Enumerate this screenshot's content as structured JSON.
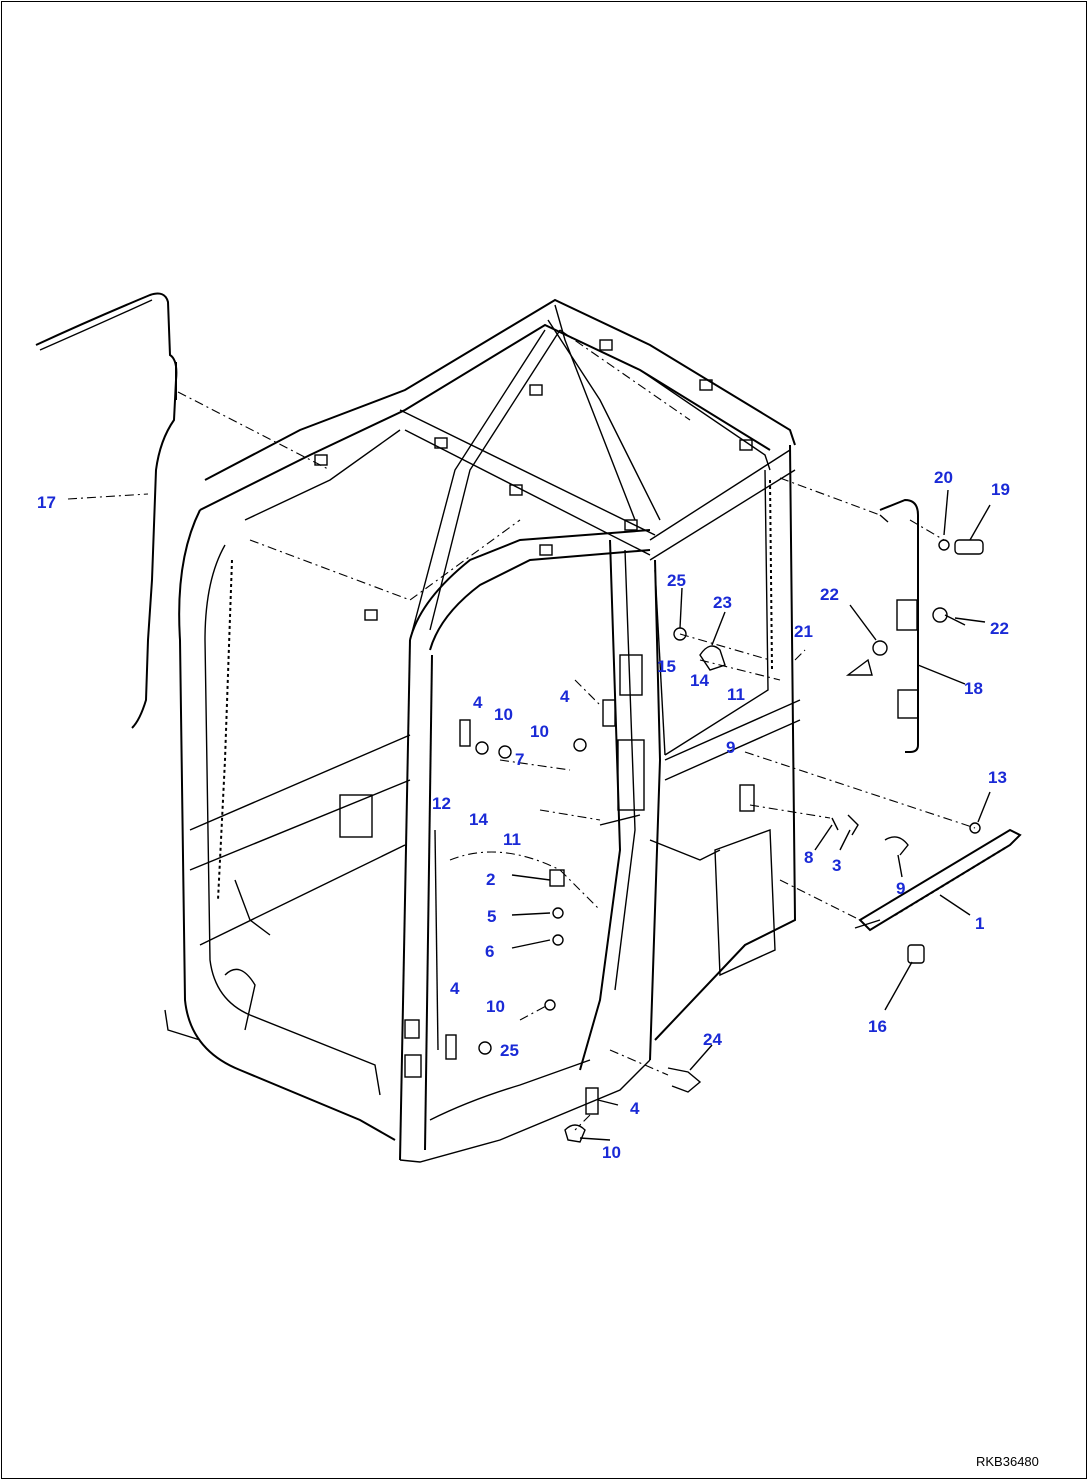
{
  "drawing_id": "RKB36480",
  "callouts": [
    {
      "id": "c1",
      "text": "1"
    },
    {
      "id": "c2",
      "text": "2"
    },
    {
      "id": "c3",
      "text": "3"
    },
    {
      "id": "c4a",
      "text": "4"
    },
    {
      "id": "c4b",
      "text": "4"
    },
    {
      "id": "c4c",
      "text": "4"
    },
    {
      "id": "c4d",
      "text": "4"
    },
    {
      "id": "c5",
      "text": "5"
    },
    {
      "id": "c6",
      "text": "6"
    },
    {
      "id": "c7",
      "text": "7"
    },
    {
      "id": "c8",
      "text": "8"
    },
    {
      "id": "c9a",
      "text": "9"
    },
    {
      "id": "c9b",
      "text": "9"
    },
    {
      "id": "c10a",
      "text": "10"
    },
    {
      "id": "c10b",
      "text": "10"
    },
    {
      "id": "c10c",
      "text": "10"
    },
    {
      "id": "c10d",
      "text": "10"
    },
    {
      "id": "c11a",
      "text": "11"
    },
    {
      "id": "c11b",
      "text": "11"
    },
    {
      "id": "c12",
      "text": "12"
    },
    {
      "id": "c13",
      "text": "13"
    },
    {
      "id": "c14a",
      "text": "14"
    },
    {
      "id": "c14b",
      "text": "14"
    },
    {
      "id": "c15",
      "text": "15"
    },
    {
      "id": "c16",
      "text": "16"
    },
    {
      "id": "c17",
      "text": "17"
    },
    {
      "id": "c18",
      "text": "18"
    },
    {
      "id": "c19",
      "text": "19"
    },
    {
      "id": "c20",
      "text": "20"
    },
    {
      "id": "c21",
      "text": "21"
    },
    {
      "id": "c22a",
      "text": "22"
    },
    {
      "id": "c22b",
      "text": "22"
    },
    {
      "id": "c23",
      "text": "23"
    },
    {
      "id": "c24",
      "text": "24"
    },
    {
      "id": "c25a",
      "text": "25"
    },
    {
      "id": "c25b",
      "text": "25"
    }
  ],
  "colors": {
    "callout": "#1a2ad6",
    "line": "#000000",
    "background": "#ffffff"
  }
}
